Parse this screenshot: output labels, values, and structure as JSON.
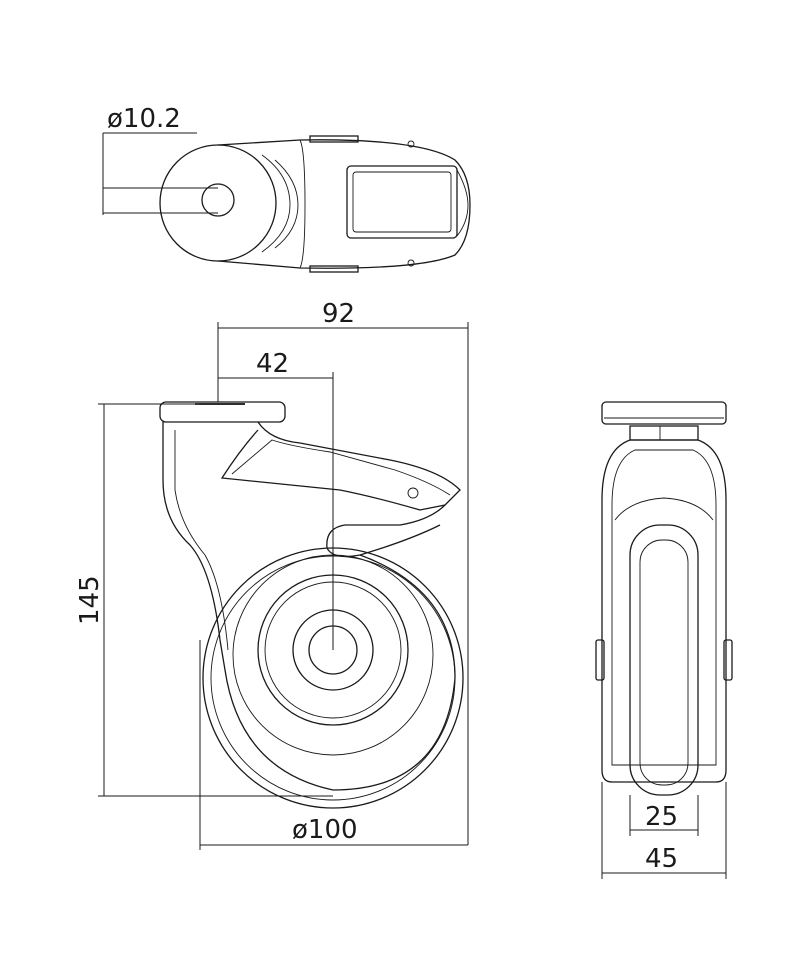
{
  "dimensions": {
    "bolt_hole_diameter": "ø10.2",
    "overall_length": "92",
    "swivel_offset": "42",
    "overall_height": "145",
    "wheel_diameter": "ø100",
    "tread_width": "25",
    "overall_width": "45"
  },
  "colors": {
    "line": "#1a1a1a",
    "background": "#ffffff"
  }
}
